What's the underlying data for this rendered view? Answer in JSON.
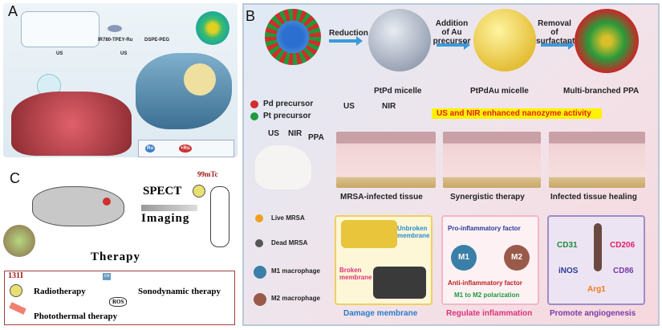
{
  "panel_a": {
    "label": "A",
    "molecule1": "IR780-TPEY-Ru",
    "molecule2": "DSPE-PEG",
    "us1": "US",
    "us2": "US",
    "ru1": "Ru",
    "ru2": "+Ru"
  },
  "panel_b": {
    "label": "B",
    "steps": [
      "Reduction",
      "Addition of Au precursor",
      "Removal of surfactant"
    ],
    "particles": [
      "PtPd micelle",
      "PtPdAu micelle",
      "Multi-branched PPA"
    ],
    "legend_top": [
      "Pd precursor",
      "Pt precursor"
    ],
    "us": "US",
    "nir": "NIR",
    "us2": "US",
    "nir2": "NIR",
    "ppa": "PPA",
    "banner": "US and NIR enhanced nanozyme activity",
    "stages": [
      "MRSA-infected tissue",
      "Synergistic therapy",
      "Infected tissue healing"
    ],
    "legend_bottom": [
      "Live MRSA",
      "Dead MRSA",
      "M1 macrophage",
      "M2 macrophage"
    ],
    "box1": {
      "unbroken": "Unbroken membrane",
      "broken": "Broken membrane",
      "title": "Damage membrane"
    },
    "box2": {
      "pro": "Pro-inflammatory  factor",
      "anti": "Anti-inflammatory  factor",
      "polar": "M1 to M2 polarization",
      "m1": "M1",
      "m2": "M2",
      "title": "Regulate inflammation"
    },
    "box3": {
      "cd31": "CD31",
      "cd206": "CD206",
      "inos": "iNOS",
      "cd86": "CD86",
      "arg1": "Arg1",
      "title": "Promote angiogenesis"
    },
    "colors": {
      "arrow": "#3a9ad9",
      "banner": "#fff200",
      "banner_text": "#e0201b",
      "pd": "#d42b2b",
      "pt": "#1f9a3c"
    }
  },
  "panel_c": {
    "label": "C",
    "spect": "SPECT",
    "imaging": "Imaging",
    "tc": "99mTc",
    "therapy": "Therapy",
    "iodine": "131I",
    "radio": "Radiotherapy",
    "sono": "Sonodynamic therapy",
    "photo": "Photothermal therapy",
    "ros": "ROS",
    "us": "US"
  }
}
